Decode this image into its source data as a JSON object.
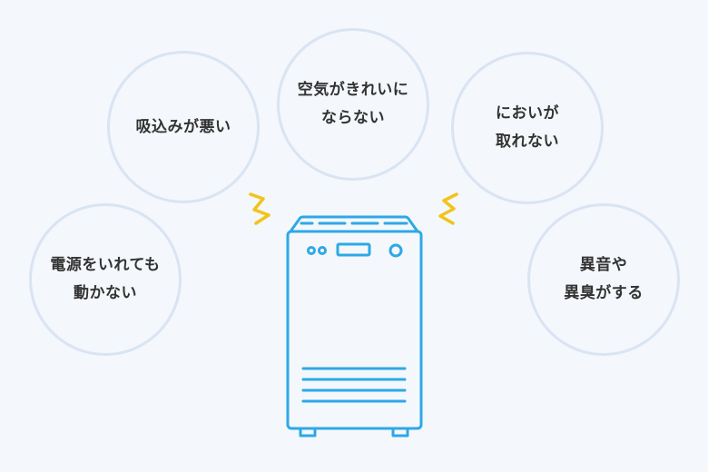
{
  "bubbles": [
    {
      "id": "suction-weak",
      "lines": [
        "吸込みが悪い"
      ]
    },
    {
      "id": "air-not-clean",
      "lines": [
        "空気がきれいに",
        "ならない"
      ]
    },
    {
      "id": "odor-not-removed",
      "lines": [
        "においが",
        "取れない"
      ]
    },
    {
      "id": "wont-start",
      "lines": [
        "電源をいれても",
        "動かない"
      ]
    },
    {
      "id": "strange-noise",
      "lines": [
        "異音や",
        "異臭がする"
      ]
    }
  ],
  "colors": {
    "background": "#f4f7fb",
    "bubble_border": "#d9e4f3",
    "device_outline": "#2ea8e6",
    "spark": "#f2c31a",
    "text": "#333333"
  },
  "icons": [
    "air-purifier-icon",
    "spark-left-icon",
    "spark-right-icon"
  ]
}
